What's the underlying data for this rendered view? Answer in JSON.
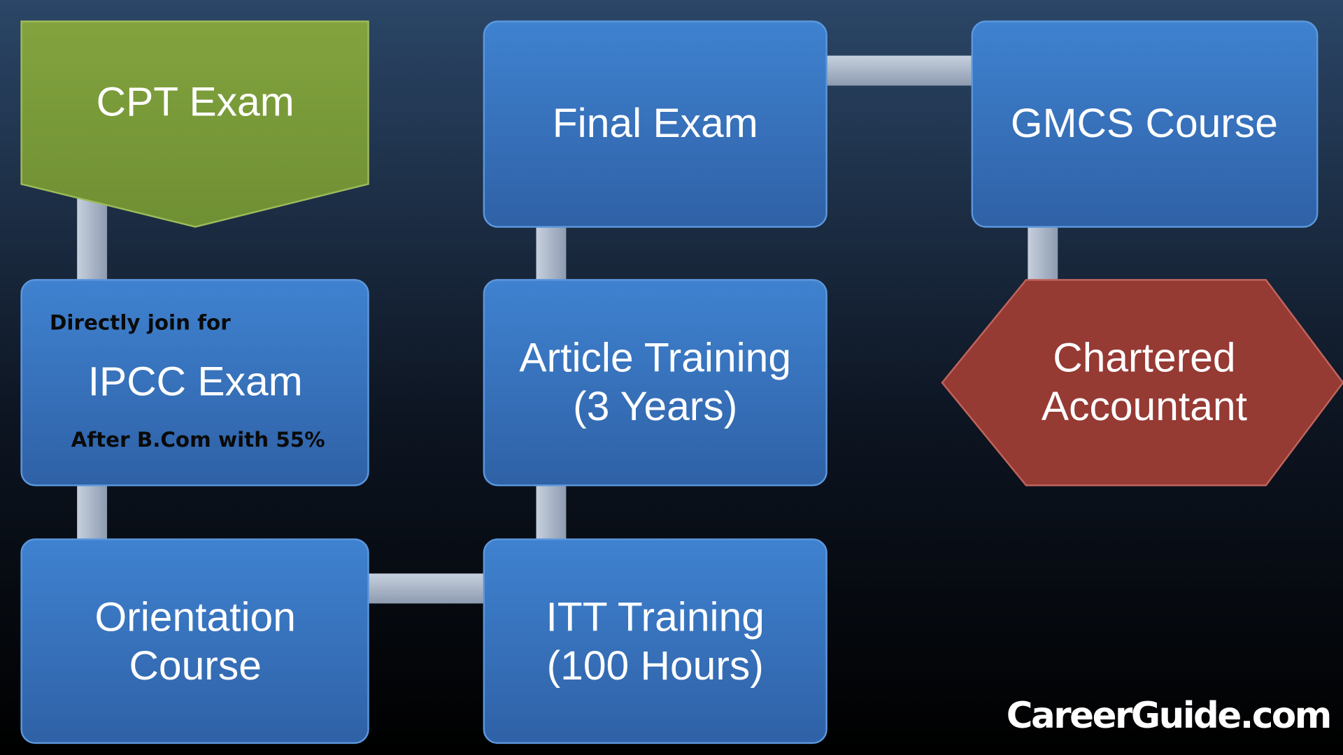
{
  "nodes": {
    "cpt": {
      "label": "CPT Exam"
    },
    "ipcc": {
      "note_top": "Directly join for",
      "label": "IPCC Exam",
      "note_bottom": "After B.Com with 55%"
    },
    "orientation": {
      "line1": "Orientation",
      "line2": "Course"
    },
    "itt": {
      "line1": "ITT Training",
      "line2": "(100 Hours)"
    },
    "article": {
      "line1": "Article Training",
      "line2": "(3 Years)"
    },
    "final": {
      "label": "Final Exam"
    },
    "gmcs": {
      "label": "GMCS Course"
    },
    "ca": {
      "line1": "Chartered",
      "line2": "Accountant"
    }
  },
  "logo": {
    "text": "CareerGuide.com"
  },
  "colors": {
    "box": "#3a78c4",
    "start": "#7a9a3a",
    "end": "#963a34",
    "connector": "#a9b6c9"
  }
}
